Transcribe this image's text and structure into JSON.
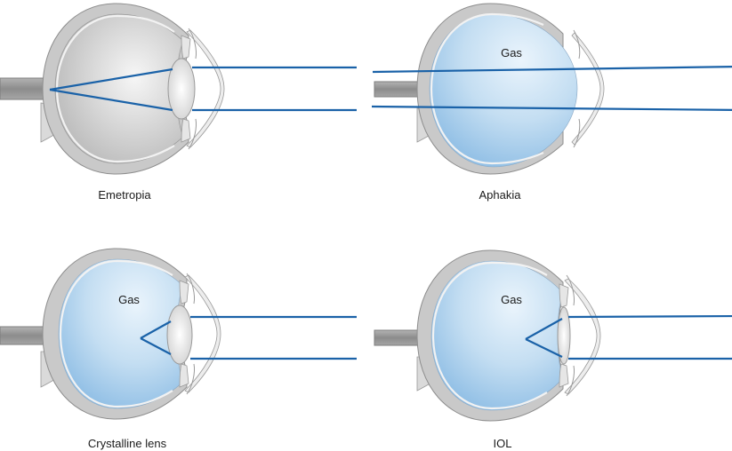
{
  "figure": {
    "panels": [
      {
        "id": "emetropia",
        "caption": "Emetropia",
        "vitreous": "normal",
        "lens": "crystalline",
        "gas_label": "",
        "focus": "retina"
      },
      {
        "id": "aphakia",
        "caption": "Aphakia",
        "vitreous": "gas",
        "lens": "none",
        "gas_label": "Gas",
        "focus": "none"
      },
      {
        "id": "crystalline-lens",
        "caption": "Crystalline lens",
        "vitreous": "gas",
        "lens": "crystalline",
        "gas_label": "Gas",
        "focus": "anterior"
      },
      {
        "id": "iol",
        "caption": "IOL",
        "vitreous": "gas",
        "lens": "iol",
        "gas_label": "Gas",
        "focus": "anterior"
      }
    ]
  },
  "colors": {
    "ray": "#1a62a8",
    "sclera": "#c9c9c9",
    "gas_fill_light": "#e8f2fb",
    "gas_fill_dark": "#9cc6e8",
    "vitreous_light": "#f4f4f4",
    "vitreous_dark": "#bdbdbd"
  }
}
